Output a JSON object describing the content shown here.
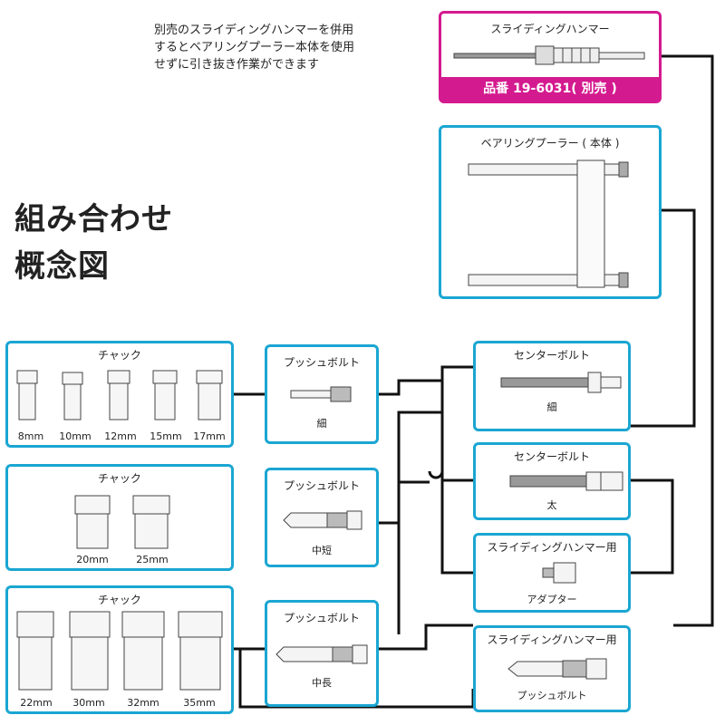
{
  "note": "別売のスライディングハンマーを併用\nするとベアリングプーラー本体を使用\nせずに引き抜き作業ができます",
  "heading": {
    "line1": "組み合わせ",
    "line2": "概念図"
  },
  "sliding_hammer": {
    "title": "スライディングハンマー",
    "part_no": "品番 19-6031( 別売 )"
  },
  "bearing_puller": {
    "title": "ベアリングプーラー ( 本体 )"
  },
  "chuck_small": {
    "title": "チャック",
    "sizes": [
      "8mm",
      "10mm",
      "12mm",
      "15mm",
      "17mm"
    ]
  },
  "chuck_medium": {
    "title": "チャック",
    "sizes": [
      "20mm",
      "25mm"
    ]
  },
  "chuck_large": {
    "title": "チャック",
    "sizes": [
      "22mm",
      "30mm",
      "32mm",
      "35mm"
    ]
  },
  "push_bolt_thin": {
    "title": "プッシュボルト",
    "caption": "細"
  },
  "push_bolt_mid_short": {
    "title": "プッシュボルト",
    "caption": "中短"
  },
  "push_bolt_mid_long": {
    "title": "プッシュボルト",
    "caption": "中長"
  },
  "center_bolt_thin": {
    "title": "センターボルト",
    "caption": "細"
  },
  "center_bolt_thick": {
    "title": "センターボルト",
    "caption": "太"
  },
  "slide_adapter": {
    "title": "スライディングハンマー用",
    "caption": "アダプター"
  },
  "slide_push_bolt": {
    "title": "スライディングハンマー用",
    "caption": "プッシュボルト"
  },
  "colors": {
    "border": "#1aa6d2",
    "accent": "#d41a8f",
    "line": "#111111"
  }
}
